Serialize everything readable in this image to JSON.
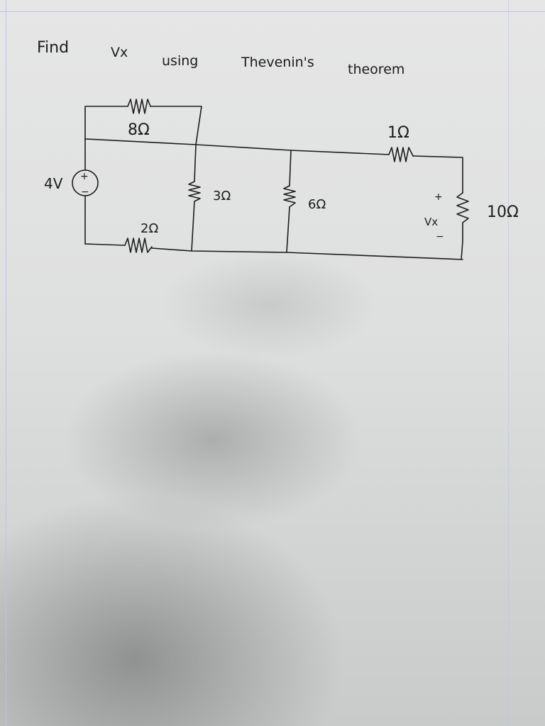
{
  "question": {
    "words": [
      "Find",
      "Vx",
      "using",
      "Thevenin's",
      "theorem"
    ]
  },
  "circuit": {
    "source": {
      "label": "4V",
      "plus": "+",
      "minus": "−"
    },
    "resistors": {
      "r8": "8Ω",
      "r2": "2Ω",
      "r3": "3Ω",
      "r6": "6Ω",
      "r1": "1Ω",
      "r10": "10Ω"
    },
    "vx": {
      "label": "Vx",
      "plus": "+",
      "minus": "−"
    }
  },
  "colors": {
    "ink": "#1c1c1c",
    "margin_line": "#b9c3ee"
  }
}
